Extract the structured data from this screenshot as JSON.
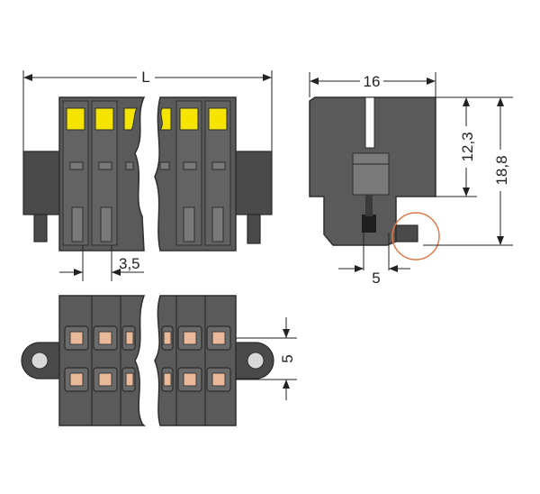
{
  "dimensions": {
    "length_label": "L",
    "width_label": "16",
    "height_inner_label": "12,3",
    "height_total_label": "18,8",
    "pitch_label": "3,5",
    "offset_label": "5",
    "row_pitch_label": "5"
  },
  "colors": {
    "housing": "#5a5a5a",
    "release_button": "#f4e400",
    "contacts": "#e9b99a",
    "highlight_circle": "#e07a4a"
  }
}
